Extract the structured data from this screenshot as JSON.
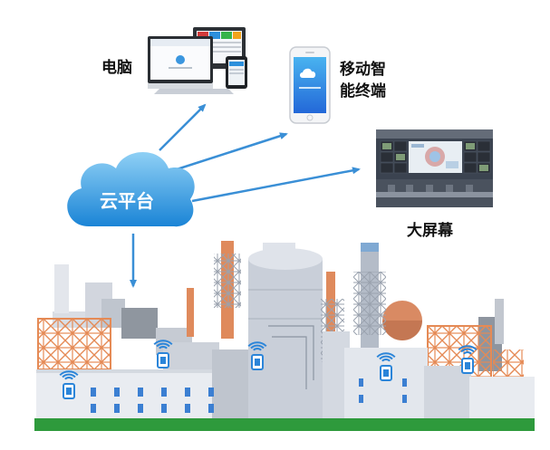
{
  "cloud": {
    "label": "云平台"
  },
  "devices": {
    "computer": {
      "label": "电脑"
    },
    "mobile": {
      "label_line1": "移动智",
      "label_line2": "能终端"
    },
    "bigscreen": {
      "label": "大屏幕"
    }
  },
  "colors": {
    "cloud_light": "#7fc6f2",
    "cloud_dark": "#1e88d8",
    "arrow": "#3a8fd6",
    "ground": "#2e9a3c",
    "orange": "#e58a55",
    "tower": "#c9cfd9",
    "sensor": "#2b85d9"
  },
  "icons": [
    "cloud-icon",
    "computer-icon",
    "smartphone-icon",
    "video-wall-icon",
    "wifi-sensor-icon"
  ]
}
